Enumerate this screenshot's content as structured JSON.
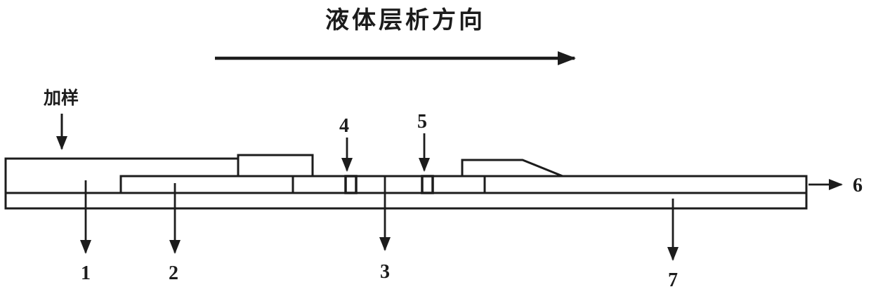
{
  "diagram": {
    "title": "液体层析方向",
    "sample_label": "加样",
    "labels": {
      "n1": "1",
      "n2": "2",
      "n3": "3",
      "n4": "4",
      "n5": "5",
      "n6": "6",
      "n7": "7"
    },
    "colors": {
      "line": "#1c1c1c",
      "background": "#ffffff"
    }
  }
}
